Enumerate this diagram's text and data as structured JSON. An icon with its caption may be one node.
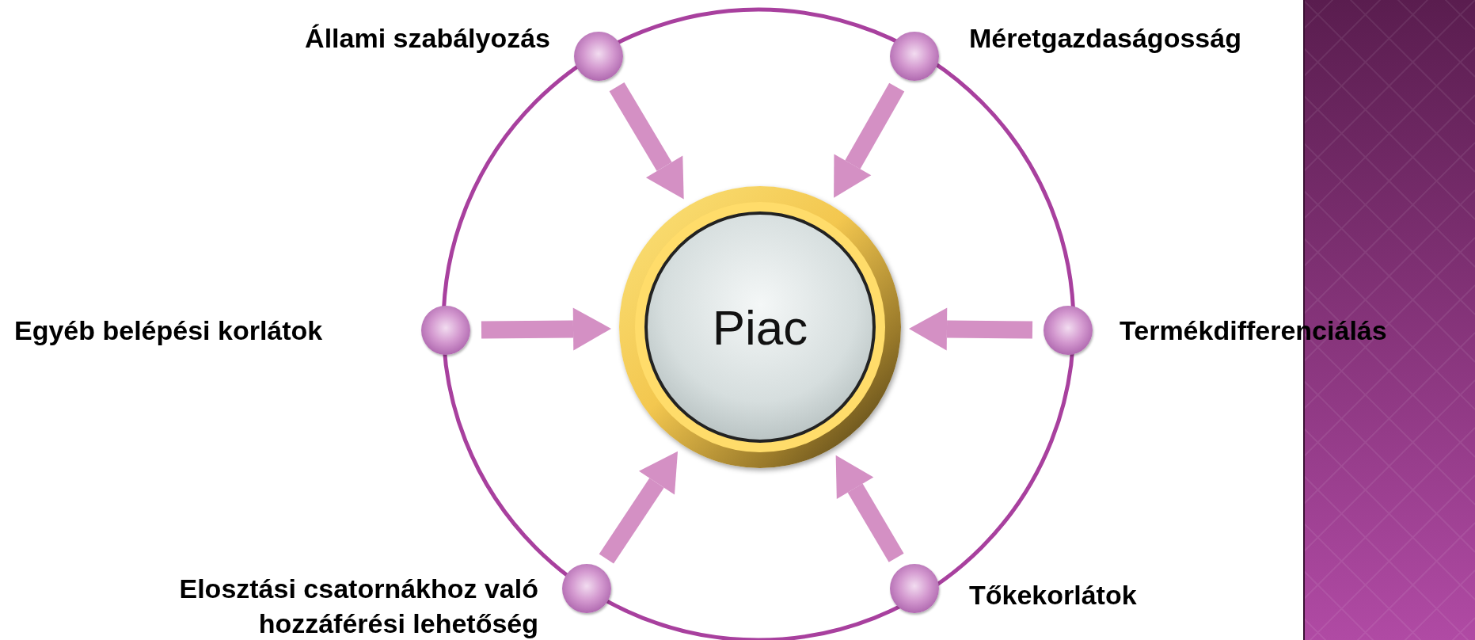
{
  "diagram": {
    "nodes": [
      {
        "text": [
          "Piac"
        ]
      },
      {
        "text": [],
        "shape": "circle",
        "beside": [
          "Állami szabályozás"
        ]
      },
      {
        "text": [],
        "shape": "circle",
        "beside": [
          "Méretgazdaságosság"
        ]
      },
      {
        "text": [],
        "shape": "circle",
        "beside": [
          "Egyéb belépési korlátok"
        ]
      },
      {
        "text": [],
        "shape": "circle",
        "beside": [
          "Termékdifferenciálás"
        ]
      },
      {
        "text": [],
        "shape": "circle",
        "beside": [
          "Elosztási csatornákhoz való hozzáférési lehetőség"
        ]
      },
      {
        "text": [],
        "shape": "circle",
        "beside": [
          "Tőkekorlátok"
        ]
      }
    ],
    "edges": [
      {
        "from": 1,
        "to": 0,
        "arrow": "to"
      },
      {
        "from": 2,
        "to": 0,
        "arrow": "to"
      },
      {
        "from": 3,
        "to": 0,
        "arrow": "to"
      },
      {
        "from": 4,
        "to": 0,
        "arrow": "to"
      },
      {
        "from": 5,
        "to": 0,
        "arrow": "to"
      },
      {
        "from": 6,
        "to": 0,
        "arrow": "to"
      }
    ]
  }
}
